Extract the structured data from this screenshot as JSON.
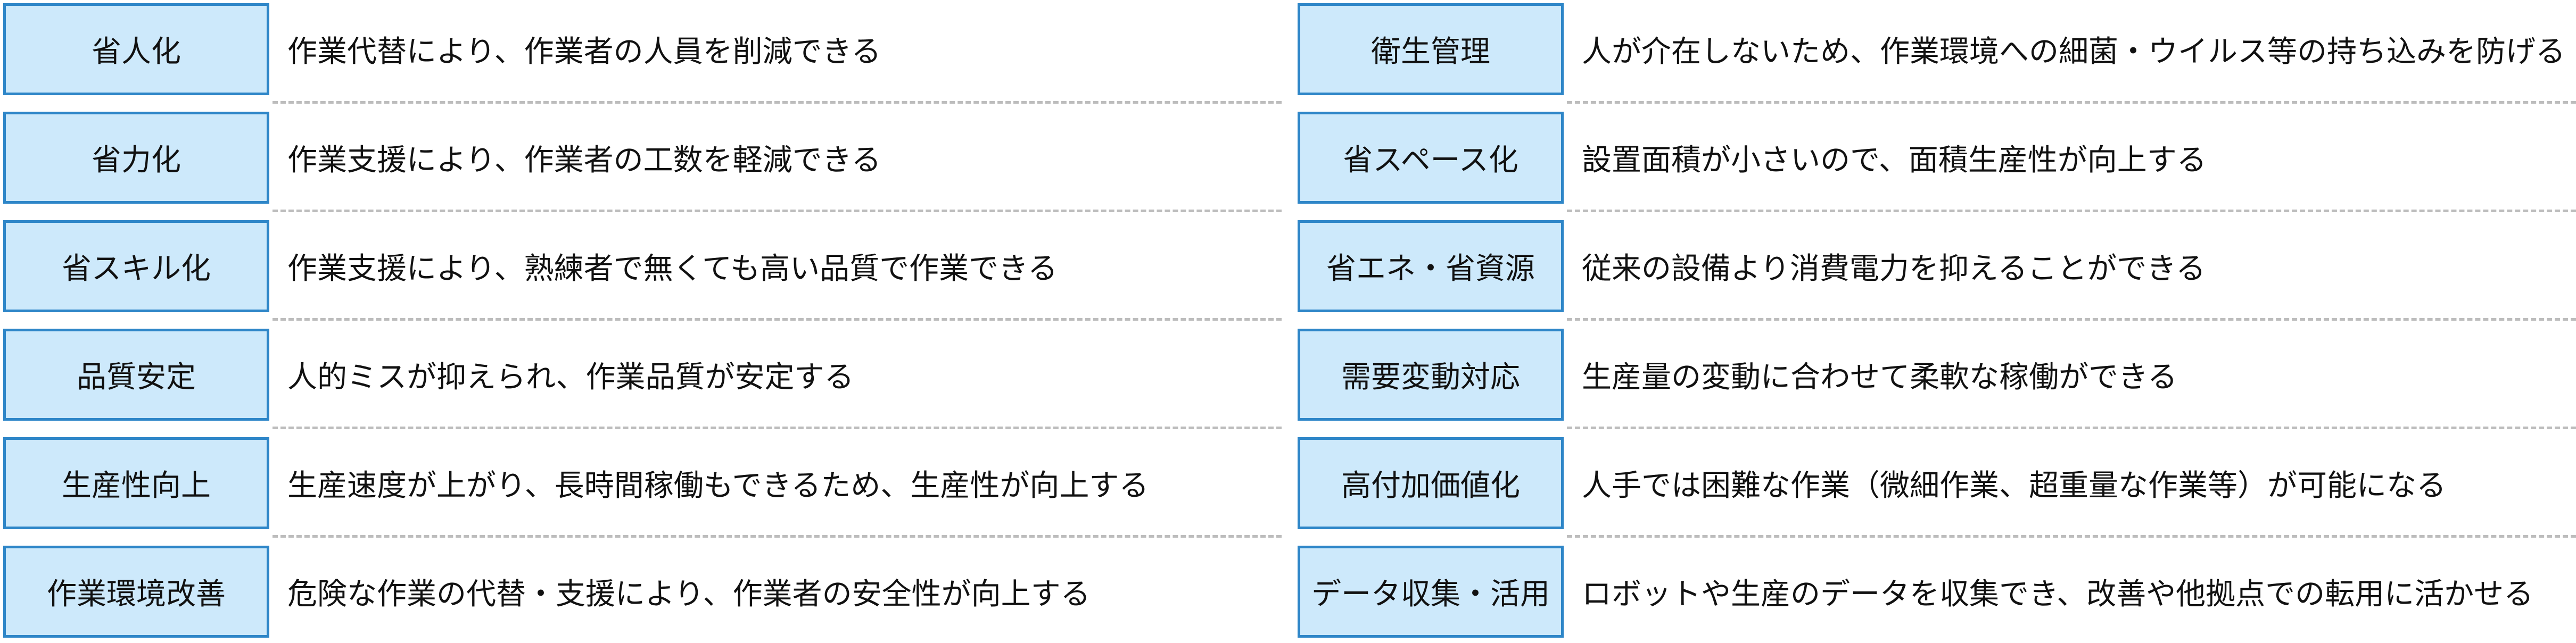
{
  "left_items": [
    {
      "label": "省人化",
      "description": "作業代替により、作業者の人員を削減できる"
    },
    {
      "label": "省力化",
      "description": "作業支援により、作業者の工数を軽減できる"
    },
    {
      "label": "省スキル化",
      "description": "作業支援により、熟練者で無くても高い品質で作業できる"
    },
    {
      "label": "品質安定",
      "description": "人的ミスが抑えられ、作業品質が安定する"
    },
    {
      "label": "生産性向上",
      "description": "生産速度が上がり、長時間稼働もできるため、生産性が向上する"
    },
    {
      "label": "作業環境改善",
      "description": "危険な作業の代替・支援により、作業者の安全性が向上する"
    }
  ],
  "right_items": [
    {
      "label": "衛生管理",
      "description": "人が介在しないため、作業環境への細菌・ウイルス等の持ち込みを防げる"
    },
    {
      "label": "省スペース化",
      "description": "設置面積が小さいので、面積生産性が向上する"
    },
    {
      "label": "省エネ・省資源",
      "description": "従来の設備より消費電力を抑えることができる"
    },
    {
      "label": "需要変動対応",
      "description": "生産量の変動に合わせて柔軟な稼働ができる"
    },
    {
      "label": "高付加価値化",
      "description": "人手では困難な作業（微細作業、超重量な作業等）が可能になる"
    },
    {
      "label": "データ収集・活用",
      "description": "ロボットや生産のデータを収集でき、改善や他拠点での転用に活かせる"
    }
  ],
  "colors": {
    "label_fill": "#cde9fb",
    "label_border": "#2e86c8",
    "divider": "#bdbdbd",
    "text": "#111111"
  }
}
